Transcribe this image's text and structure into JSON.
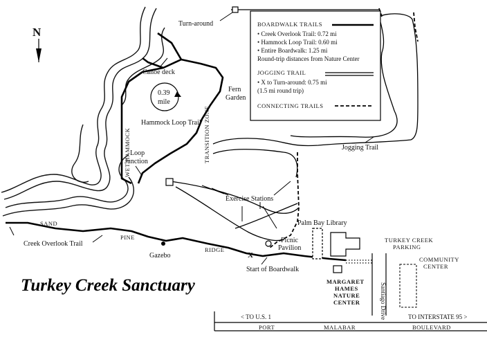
{
  "title": "Turkey Creek Sanctuary",
  "north": "N",
  "legend": {
    "boardwalk_heading": "BOARDWALK TRAILS",
    "boardwalk_items": [
      "• Creek Overlook Trail: 0.72 mi",
      "• Hammock Loop Trail: 0.60 mi",
      "• Entire Boardwalk: 1.25 mi"
    ],
    "boardwalk_note": "Round-trip distances from Nature Center",
    "jogging_heading": "JOGGING TRAIL",
    "jogging_item": "• X to Turn-around: 0.75 mi",
    "jogging_note": "(1.5 mi round trip)",
    "connecting": "CONNECTING TRAILS"
  },
  "labels": {
    "turnaround": "Turn-around",
    "canoe_deck": "Canoe deck",
    "mile_value": "0.39",
    "mile_unit": "mile",
    "wet_hammock": "WET HAMMOCK",
    "transition_zone": "TRANSITION ZONE",
    "fern_garden_1": "Fern",
    "fern_garden_2": "Garden",
    "hammock_loop": "Hammock Loop Trail",
    "loop_junction_1": "Loop",
    "loop_junction_2": "Junction",
    "jogging_trail": "Jogging Trail",
    "exercise_stations": "Exercise Stations",
    "sand": "SAND",
    "pine": "PINE",
    "ridge": "RIDGE",
    "creek_overlook": "Creek Overlook Trail",
    "gazebo": "Gazebo",
    "x_mark": "X",
    "start_boardwalk": "Start of Boardwalk",
    "picnic_1": "Picnic",
    "picnic_2": "Pavilion",
    "library": "Palm Bay Library",
    "parking_1": "TURKEY CREEK",
    "parking_2": "PARKING",
    "community_1": "COMMUNITY",
    "community_2": "CENTER",
    "nature_1": "MARGARET",
    "nature_2": "HAMES",
    "nature_3": "NATURE",
    "nature_4": "CENTER",
    "saratoga": "Santiago Drive",
    "to_us1": "< TO U.S. 1",
    "to_i95": "TO INTERSTATE 95 >",
    "port": "PORT",
    "malabar": "MALABAR",
    "boulevard": "BOULEVARD"
  }
}
